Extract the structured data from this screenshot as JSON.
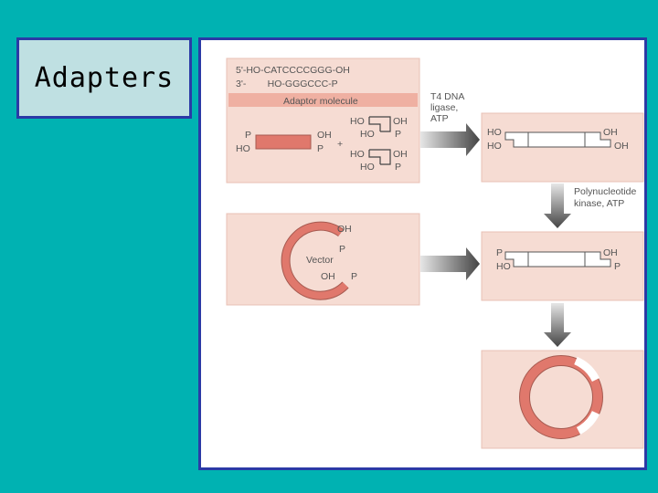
{
  "slide": {
    "title": "Adapters"
  },
  "figure": {
    "seq_top": "5'-HO-CATCCCCGGG-OH",
    "seq_bottom": "3'-        HO-GGGCCC-P",
    "adaptor_label": "Adaptor molecule",
    "ligase_label": [
      "T4 DNA",
      "ligase,",
      "ATP"
    ],
    "kinase_label": [
      "Polynucleotide",
      "kinase, ATP"
    ],
    "vector_label": "Vector",
    "plus": "+",
    "P": "P",
    "HO": "HO",
    "OH": "OH"
  },
  "colors": {
    "background": "#00b2b2",
    "frame_border": "#2b3aa6",
    "panel": "#f6dcd3",
    "dna": "#e0786c",
    "arrow": "#555555"
  }
}
